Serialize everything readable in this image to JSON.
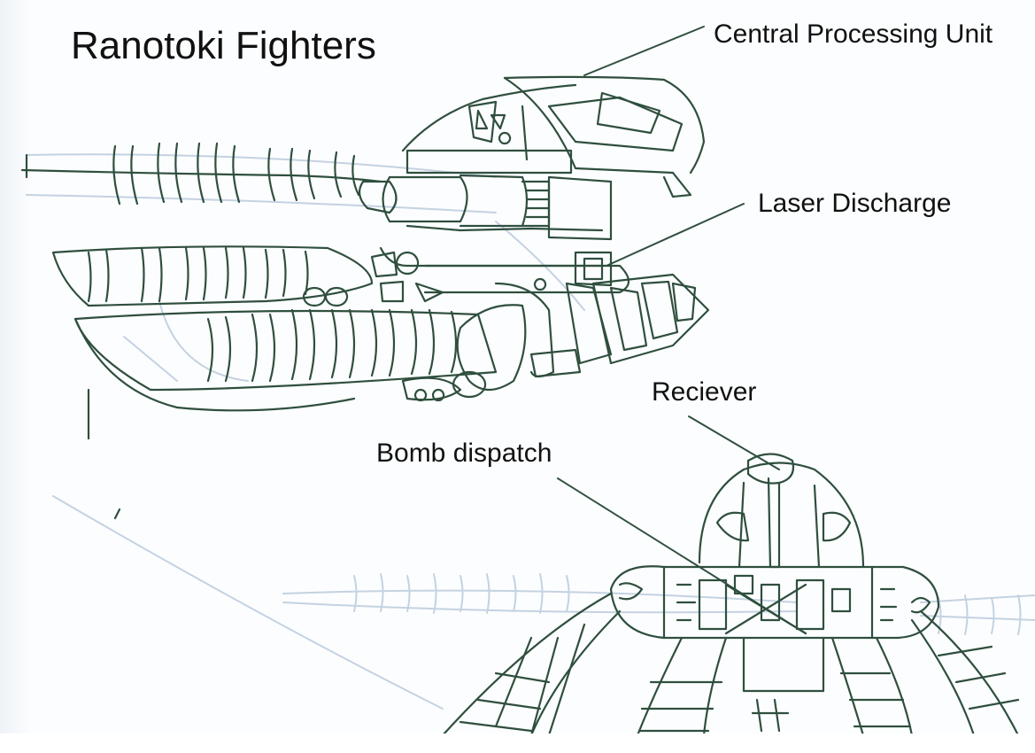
{
  "title": "Ranotoki Fighters",
  "labels": {
    "cpu": "Central Processing Unit",
    "laser": "Laser Discharge",
    "receiver": "Reciever",
    "bomb": "Bomb dispatch"
  },
  "colors": {
    "ink": "#2f4f3e",
    "faint_ink": "#c4d2e2",
    "paper": "#fcfdfe",
    "text": "#111111"
  }
}
